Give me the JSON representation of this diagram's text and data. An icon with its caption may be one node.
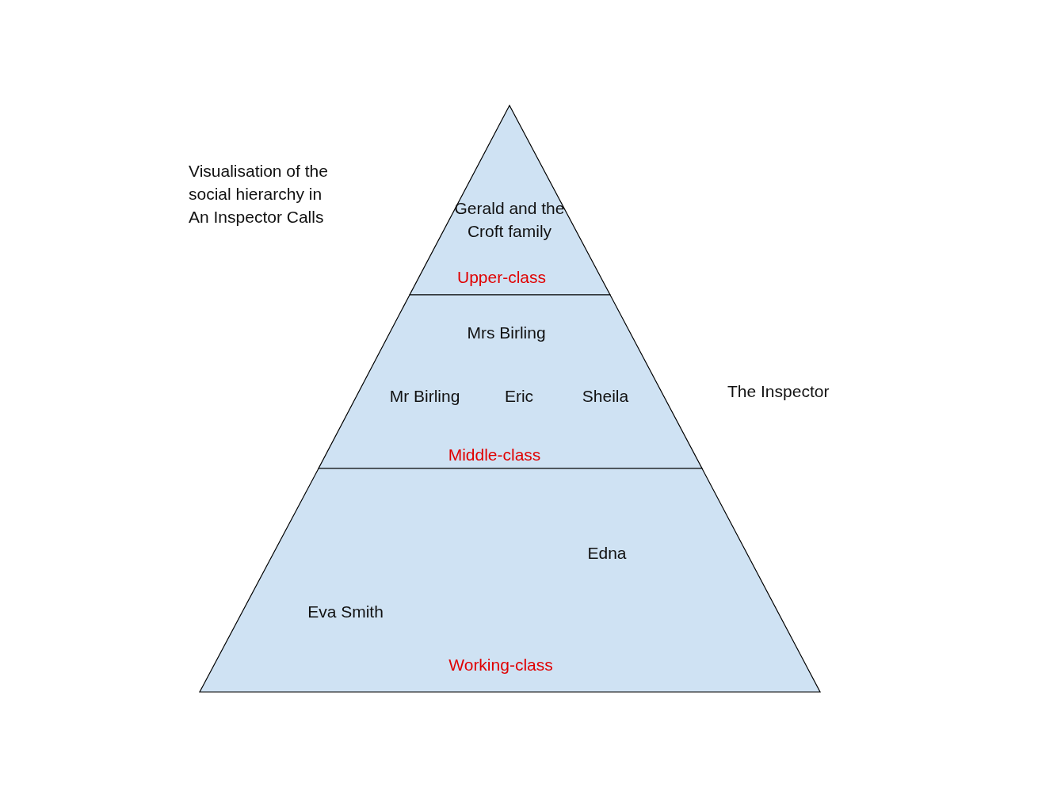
{
  "diagram": {
    "nodes": [
      {
        "text": [
          "Gerald and the Croft family",
          "Upper-class"
        ]
      },
      {
        "text": [
          "Mrs Birling",
          "Mr Birling",
          "Eric",
          "Sheila",
          "Middle-class"
        ]
      },
      {
        "text": [
          "Edna",
          "Eva Smith",
          "Working-class"
        ]
      }
    ],
    "labels": [
      "Visualisation of the social hierarchy in An Inspector Calls",
      "The Inspector"
    ]
  }
}
